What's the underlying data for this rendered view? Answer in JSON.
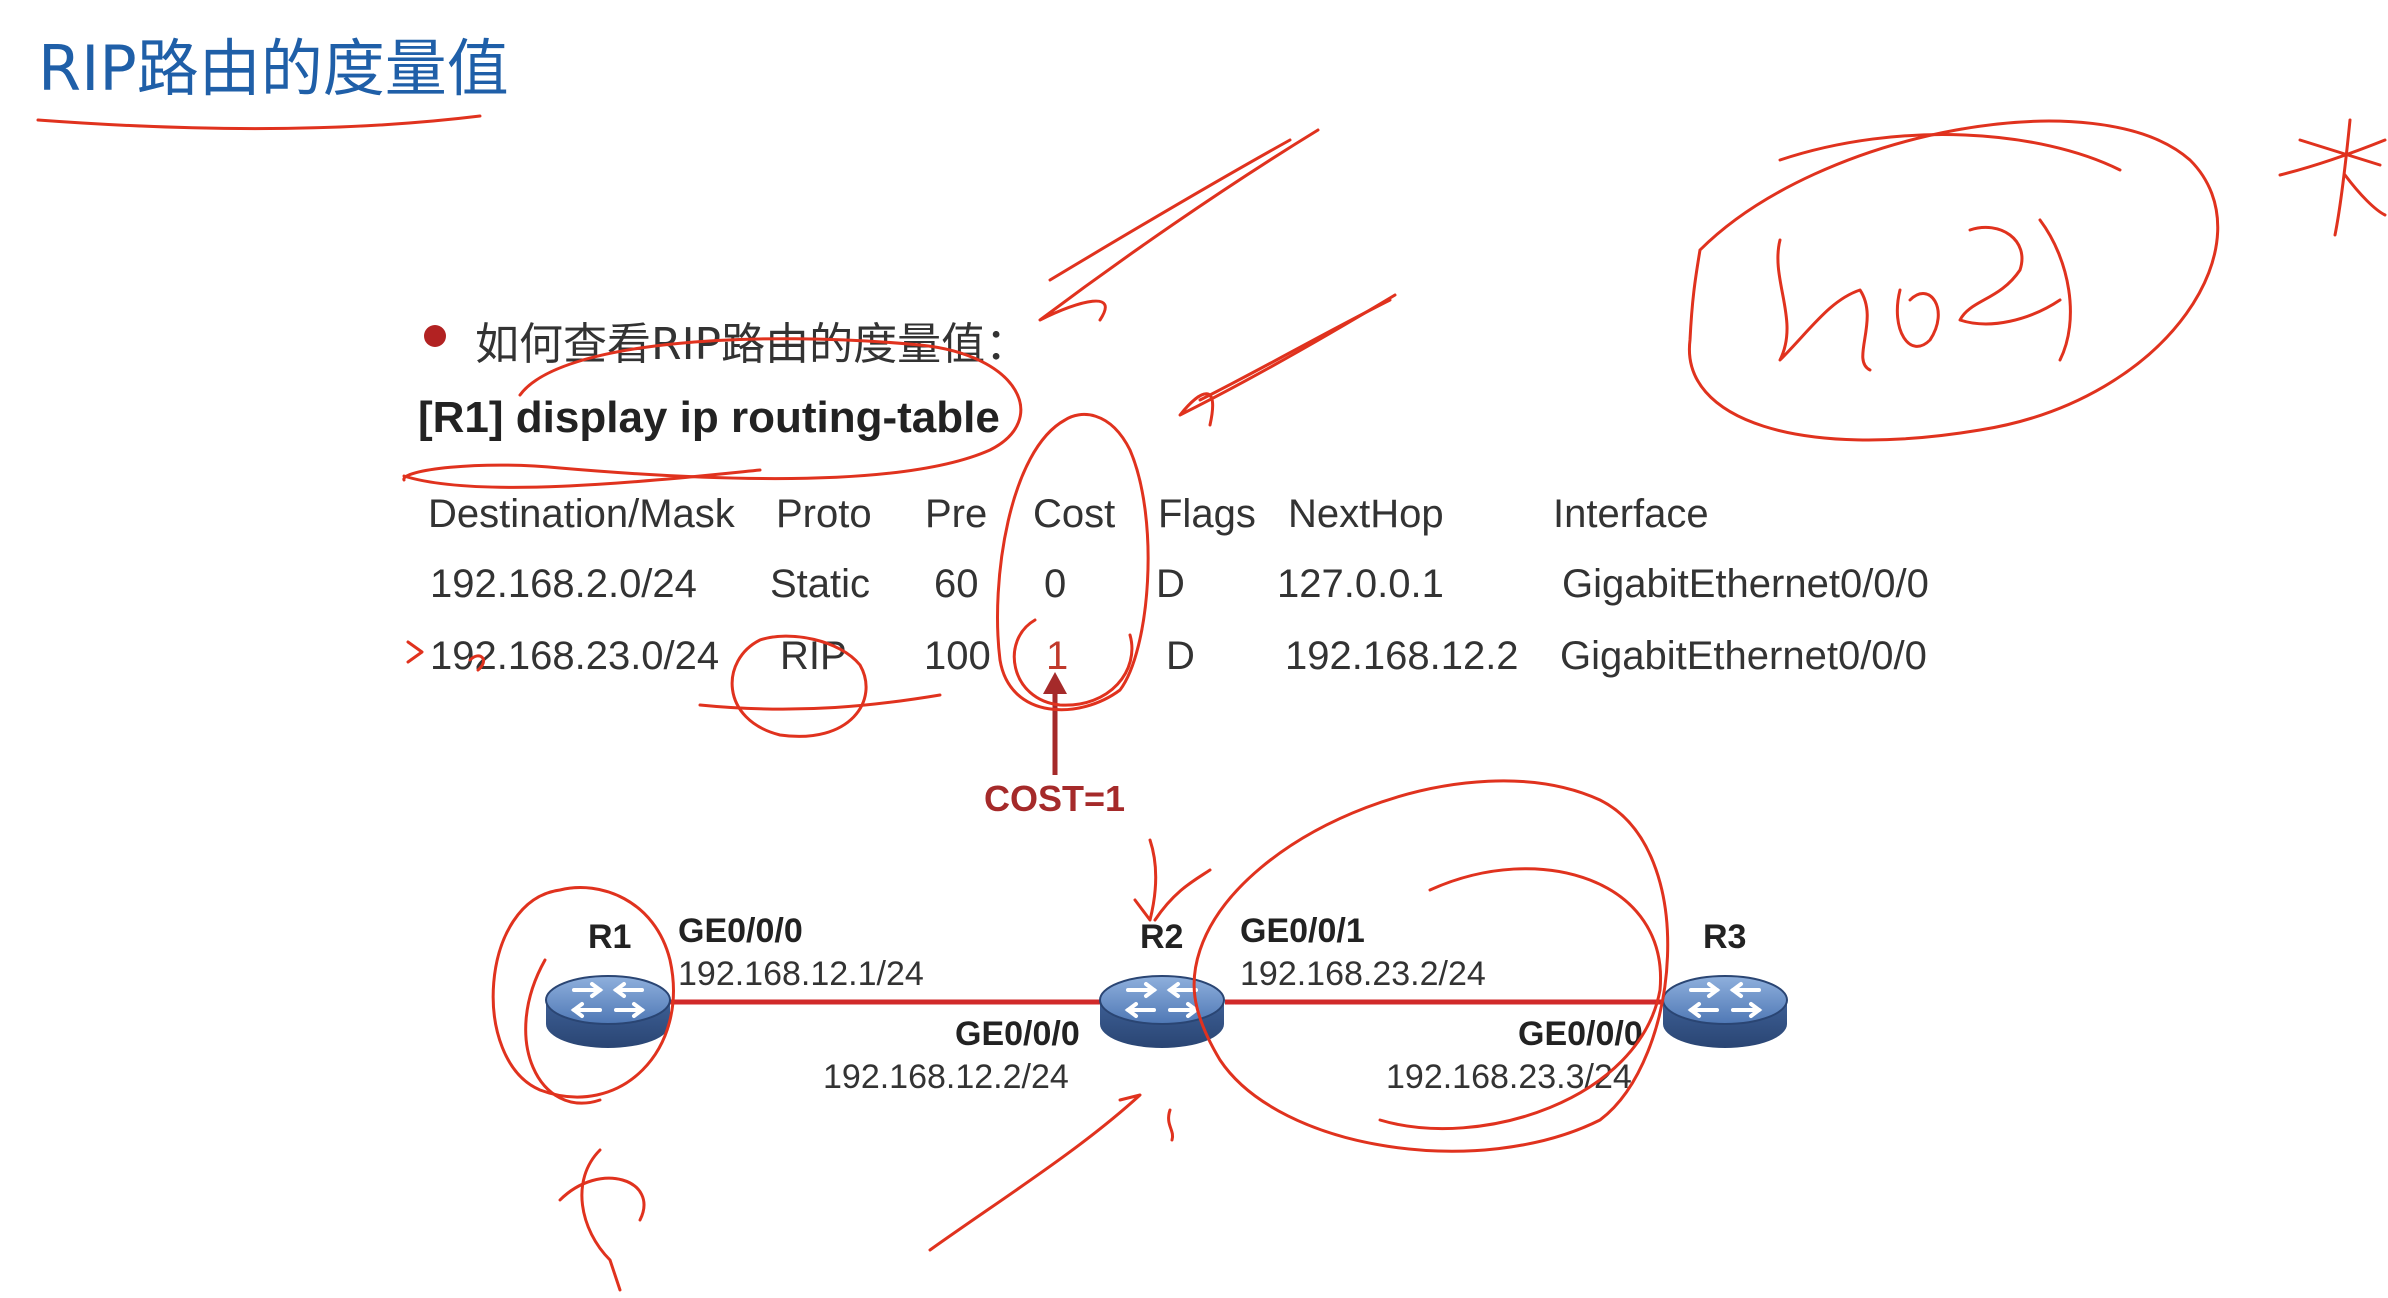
{
  "slide": {
    "title": "RIP路由的度量值",
    "question": "如何查看RIP路由的度量值：",
    "command": "[R1] display ip routing-table"
  },
  "routing_table": {
    "headers": [
      "Destination/Mask",
      "Proto",
      "Pre",
      "Cost",
      "Flags",
      "NextHop",
      "Interface"
    ],
    "rows": [
      [
        "192.168.2.0/24",
        "Static",
        "60",
        "0",
        "D",
        "127.0.0.1",
        "GigabitEthernet0/0/0"
      ],
      [
        "192.168.23.0/24",
        "RIP",
        "100",
        "1",
        "D",
        "192.168.12.2",
        "GigabitEthernet0/0/0"
      ]
    ]
  },
  "annotation": {
    "cost_label": "COST=1"
  },
  "topology": {
    "routers": [
      {
        "name": "R1"
      },
      {
        "name": "R2"
      },
      {
        "name": "R3"
      }
    ],
    "links": [
      {
        "left_if": "GE0/0/0",
        "left_ip": "192.168.12.1/24",
        "right_if": "GE0/0/0",
        "right_ip": "192.168.12.2/24"
      },
      {
        "left_if": "GE0/0/1",
        "left_ip": "192.168.23.2/24",
        "right_if": "GE0/0/0",
        "right_ip": "192.168.23.3/24"
      }
    ]
  },
  "colors": {
    "title": "#1f5fa8",
    "bullet": "#b22222",
    "link": "#d12a2a",
    "annotation": "#a52a2a",
    "ink": "#e0321e",
    "router_body": "#4a6fa5"
  },
  "icons": [
    "router-icon",
    "bullet-icon",
    "arrow-up-icon"
  ]
}
